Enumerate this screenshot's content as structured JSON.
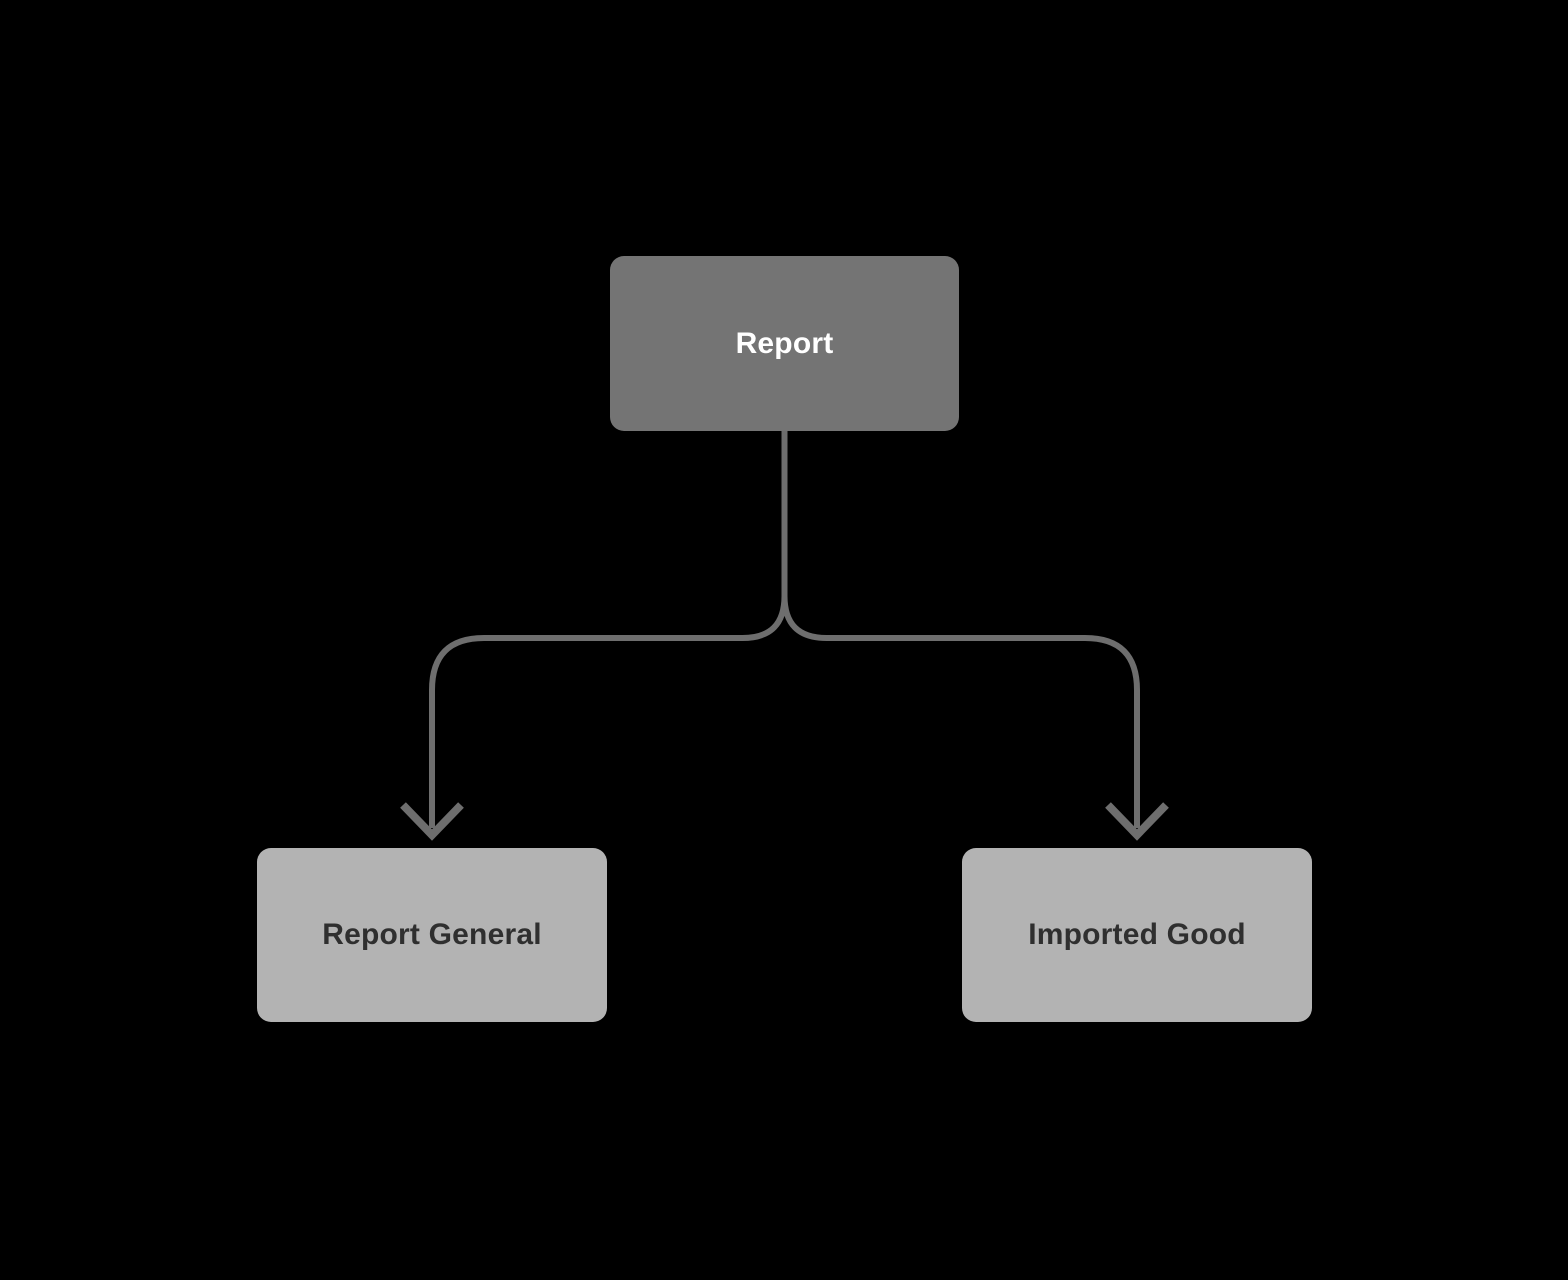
{
  "diagram": {
    "background_color": "#000000",
    "edge_color": "#6e6e6e",
    "nodes": [
      {
        "id": "report",
        "label": "Report",
        "fill": "#747474",
        "text_color": "#ffffff"
      },
      {
        "id": "report-general",
        "label": "Report General",
        "fill": "#b3b3b3",
        "text_color": "#2f2f2f"
      },
      {
        "id": "imported-good",
        "label": "Imported Good",
        "fill": "#b3b3b3",
        "text_color": "#2f2f2f"
      }
    ],
    "edges": [
      {
        "from": "report",
        "to": "report-general",
        "arrow": "chevron-down"
      },
      {
        "from": "report",
        "to": "imported-good",
        "arrow": "chevron-down"
      }
    ]
  }
}
